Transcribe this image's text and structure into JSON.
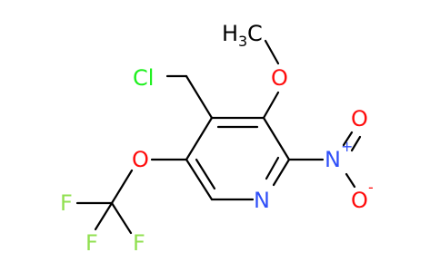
{
  "molecule": {
    "colors": {
      "bond": "#000000",
      "N": "#3050F8",
      "O": "#FF0D0D",
      "F": "#90E050",
      "Cl": "#1FF01F",
      "C": "#000000"
    },
    "labels": {
      "methyl_H": "H",
      "methyl_sub": "3",
      "methyl_C": "C",
      "methoxy_O": "O",
      "chloro": "Cl",
      "ring_N": "N",
      "nitro_N": "N",
      "nitro_charge_plus": "+",
      "nitro_O_top": "O",
      "nitro_O_bottom": "O",
      "nitro_charge_minus": "-",
      "ether_O": "O",
      "F1": "F",
      "F2": "F",
      "F3": "F"
    }
  }
}
